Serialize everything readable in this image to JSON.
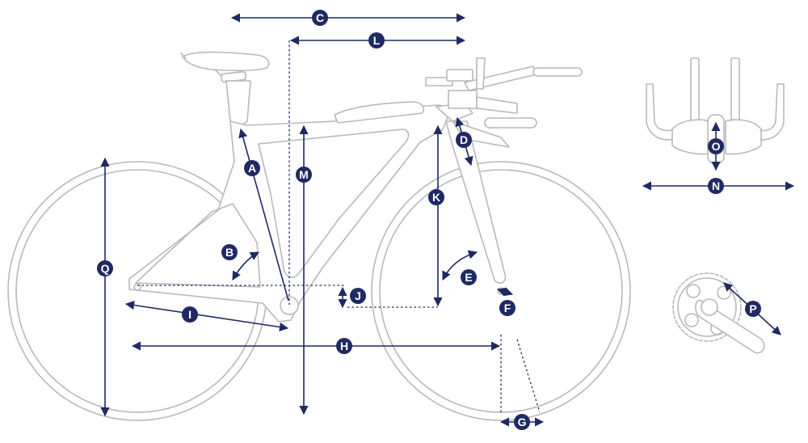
{
  "colors": {
    "dimension": "#1f2a63",
    "bike_outline": "#b9b9b9",
    "background": "#ffffff"
  },
  "labels": {
    "A": "A",
    "B": "B",
    "C": "C",
    "D": "D",
    "E": "E",
    "F": "F",
    "G": "G",
    "H": "H",
    "I": "I",
    "J": "J",
    "K": "K",
    "L": "L",
    "M": "M",
    "N": "N",
    "O": "O",
    "P": "P",
    "Q": "Q"
  }
}
